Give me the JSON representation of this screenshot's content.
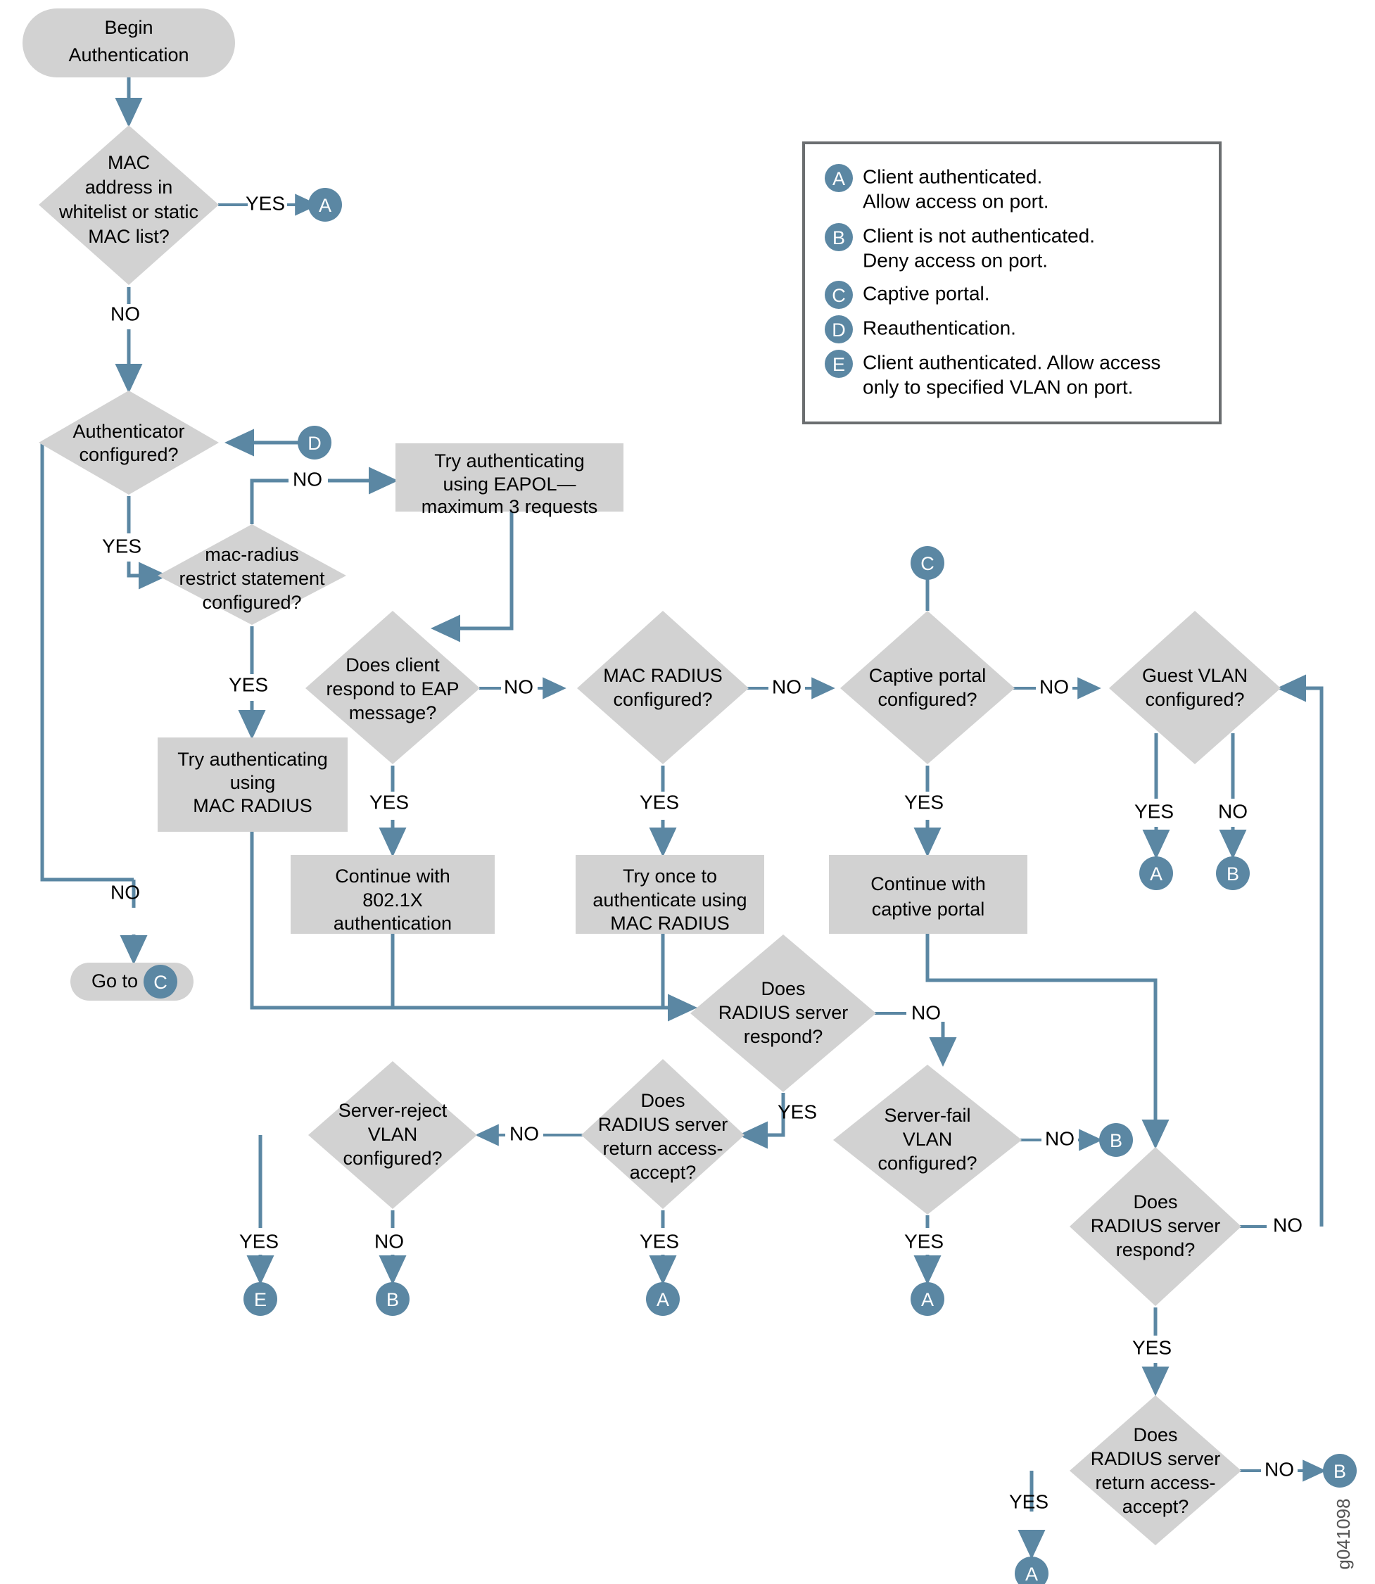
{
  "diagram": {
    "title": "802.1X Authentication Process Flowchart",
    "watermark": "g041098",
    "colors": {
      "shape_fill": "#d2d2d2",
      "connector": "#5b87a3",
      "reference_circle": "#5b87a3",
      "legend_border": "#6b6e70",
      "text": "#000000",
      "background": "#ffffff"
    },
    "nodes": {
      "begin": {
        "line1": "Begin",
        "line2": "Authentication"
      },
      "mac_whitelist": {
        "line1": "MAC",
        "line2": "address in",
        "line3": "whitelist or static",
        "line4": "MAC list?"
      },
      "authenticator": {
        "line1": "Authenticator",
        "line2": "configured?"
      },
      "mac_radius_restrict": {
        "line1": "mac-radius",
        "line2": "restrict statement",
        "line3": "configured?"
      },
      "try_eapol": {
        "line1": "Try authenticating",
        "line2": "using EAPOL—",
        "line3": "maximum 3 requests"
      },
      "try_mac_radius": {
        "line1": "Try authenticating",
        "line2": "using",
        "line3": "MAC RADIUS"
      },
      "go_to_c": {
        "label": "Go to",
        "ref": "C"
      },
      "client_eap": {
        "line1": "Does client",
        "line2": "respond to EAP",
        "line3": "message?"
      },
      "mac_radius_configured": {
        "line1": "MAC RADIUS",
        "line2": "configured?"
      },
      "captive_portal_configured": {
        "line1": "Captive portal",
        "line2": "configured?"
      },
      "guest_vlan_configured": {
        "line1": "Guest VLAN",
        "line2": "configured?"
      },
      "continue_8021x": {
        "line1": "Continue with",
        "line2": "802.1X",
        "line3": "authentication"
      },
      "try_once_mac_radius": {
        "line1": "Try once to",
        "line2": "authenticate using",
        "line3": "MAC RADIUS"
      },
      "continue_captive_portal": {
        "line1": "Continue with",
        "line2": "captive portal"
      },
      "radius_respond_1": {
        "line1": "Does",
        "line2": "RADIUS server",
        "line3": "respond?"
      },
      "radius_accept_1": {
        "line1": "Does",
        "line2": "RADIUS server",
        "line3": "return access-",
        "line4": "accept?"
      },
      "server_reject_vlan": {
        "line1": "Server-reject",
        "line2": "VLAN",
        "line3": "configured?"
      },
      "server_fail_vlan": {
        "line1": "Server-fail",
        "line2": "VLAN",
        "line3": "configured?"
      },
      "radius_respond_2": {
        "line1": "Does",
        "line2": "RADIUS server",
        "line3": "respond?"
      },
      "radius_accept_2": {
        "line1": "Does",
        "line2": "RADIUS server",
        "line3": "return access-",
        "line4": "accept?"
      }
    },
    "edge_labels": {
      "yes": "YES",
      "no": "NO"
    },
    "connector_labels": [
      {
        "id": "mac-whitelist-yes",
        "text": "YES"
      },
      {
        "id": "mac-whitelist-no",
        "text": "NO"
      },
      {
        "id": "authenticator-yes",
        "text": "YES"
      },
      {
        "id": "authenticator-no-left",
        "text": "NO"
      },
      {
        "id": "restrict-no",
        "text": "NO"
      },
      {
        "id": "restrict-yes",
        "text": "YES"
      },
      {
        "id": "client-eap-yes",
        "text": "YES"
      },
      {
        "id": "client-eap-no",
        "text": "NO"
      },
      {
        "id": "mac-radius-cfg-yes",
        "text": "YES"
      },
      {
        "id": "mac-radius-cfg-no",
        "text": "NO"
      },
      {
        "id": "captive-portal-yes",
        "text": "YES"
      },
      {
        "id": "captive-portal-no",
        "text": "NO"
      },
      {
        "id": "guest-vlan-yes",
        "text": "YES"
      },
      {
        "id": "guest-vlan-no",
        "text": "NO"
      },
      {
        "id": "radius-respond1-yes",
        "text": "YES"
      },
      {
        "id": "radius-respond1-no",
        "text": "NO"
      },
      {
        "id": "radius-accept1-yes",
        "text": "YES"
      },
      {
        "id": "radius-accept1-no",
        "text": "NO"
      },
      {
        "id": "server-reject-yes",
        "text": "YES"
      },
      {
        "id": "server-reject-no",
        "text": "NO"
      },
      {
        "id": "server-fail-yes",
        "text": "YES"
      },
      {
        "id": "server-fail-no",
        "text": "NO"
      },
      {
        "id": "radius-respond2-yes",
        "text": "YES"
      },
      {
        "id": "radius-respond2-no",
        "text": "NO"
      },
      {
        "id": "radius-accept2-yes",
        "text": "YES"
      },
      {
        "id": "radius-accept2-no",
        "text": "NO"
      }
    ],
    "reference_markers": [
      {
        "id": "ref-a-top",
        "letter": "A"
      },
      {
        "id": "ref-d-authenticator",
        "letter": "D"
      },
      {
        "id": "ref-c-captive",
        "letter": "C"
      },
      {
        "id": "ref-a-guest-vlan",
        "letter": "A"
      },
      {
        "id": "ref-b-guest-vlan",
        "letter": "B"
      },
      {
        "id": "ref-e-server-reject",
        "letter": "E"
      },
      {
        "id": "ref-b-server-reject",
        "letter": "B"
      },
      {
        "id": "ref-a-radius-accept1",
        "letter": "A"
      },
      {
        "id": "ref-a-server-fail",
        "letter": "A"
      },
      {
        "id": "ref-b-server-fail",
        "letter": "B"
      },
      {
        "id": "ref-b-radius-accept2",
        "letter": "B"
      },
      {
        "id": "ref-a-radius-accept2",
        "letter": "A"
      },
      {
        "id": "ref-c-goto",
        "letter": "C"
      }
    ],
    "legend": {
      "items": [
        {
          "letter": "A",
          "line1": "Client authenticated.",
          "line2": "Allow access on port."
        },
        {
          "letter": "B",
          "line1": "Client is not authenticated.",
          "line2": "Deny access on port."
        },
        {
          "letter": "C",
          "line1": "Captive portal.",
          "line2": ""
        },
        {
          "letter": "D",
          "line1": "Reauthentication.",
          "line2": ""
        },
        {
          "letter": "E",
          "line1": "Client authenticated. Allow access",
          "line2": "only to specified VLAN on port."
        }
      ]
    }
  }
}
